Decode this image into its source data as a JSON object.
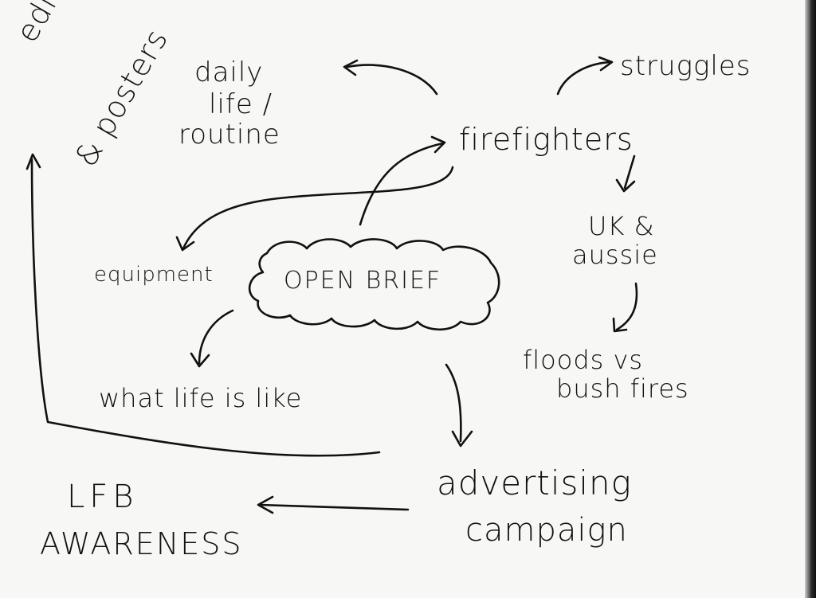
{
  "diagram": {
    "center": "OPEN BRIEF",
    "nodes": {
      "editorial_posters_line1": "editorial",
      "editorial_posters_line2": "& posters",
      "daily_life_line1": "daily",
      "daily_life_line2": "life /",
      "daily_life_line3": "routine",
      "struggles": "struggles",
      "firefighters": "firefighters",
      "uk_aussie_line1": "UK &",
      "uk_aussie_line2": "aussie",
      "equipment": "equipment",
      "floods_line1": "floods vs",
      "floods_line2": "bush fires",
      "what_life_is_like": "what life is like",
      "advertising_line1": "advertising",
      "advertising_line2": "campaign",
      "lfb_line1": "LFB",
      "lfb_line2": "AWARENESS"
    },
    "colors": {
      "ink": "#111111",
      "paper": "#f7f7f6"
    }
  }
}
